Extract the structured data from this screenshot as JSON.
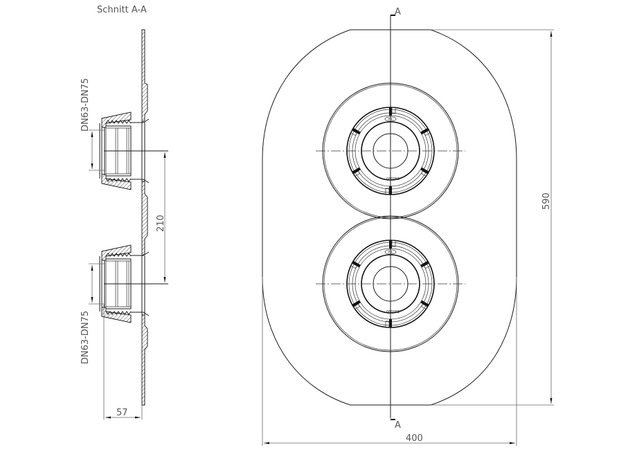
{
  "drawing": {
    "section_title": "Schnitt A-A",
    "section_marker_top": "A",
    "section_marker_bottom": "A",
    "pipe_label_upper": "DN63-DN75",
    "pipe_label_lower": "DN63-DN75",
    "part_code_upper": "08005E",
    "part_code_lower": "08005E",
    "logo_upper": "HL",
    "logo_lower": "HL"
  },
  "dimensions": {
    "height": "590",
    "width": "400",
    "center_distance": "210",
    "depth": "57"
  },
  "colors": {
    "line": "#1a1a1a",
    "dimension": "#666666",
    "text": "#555555",
    "background": "#ffffff"
  }
}
